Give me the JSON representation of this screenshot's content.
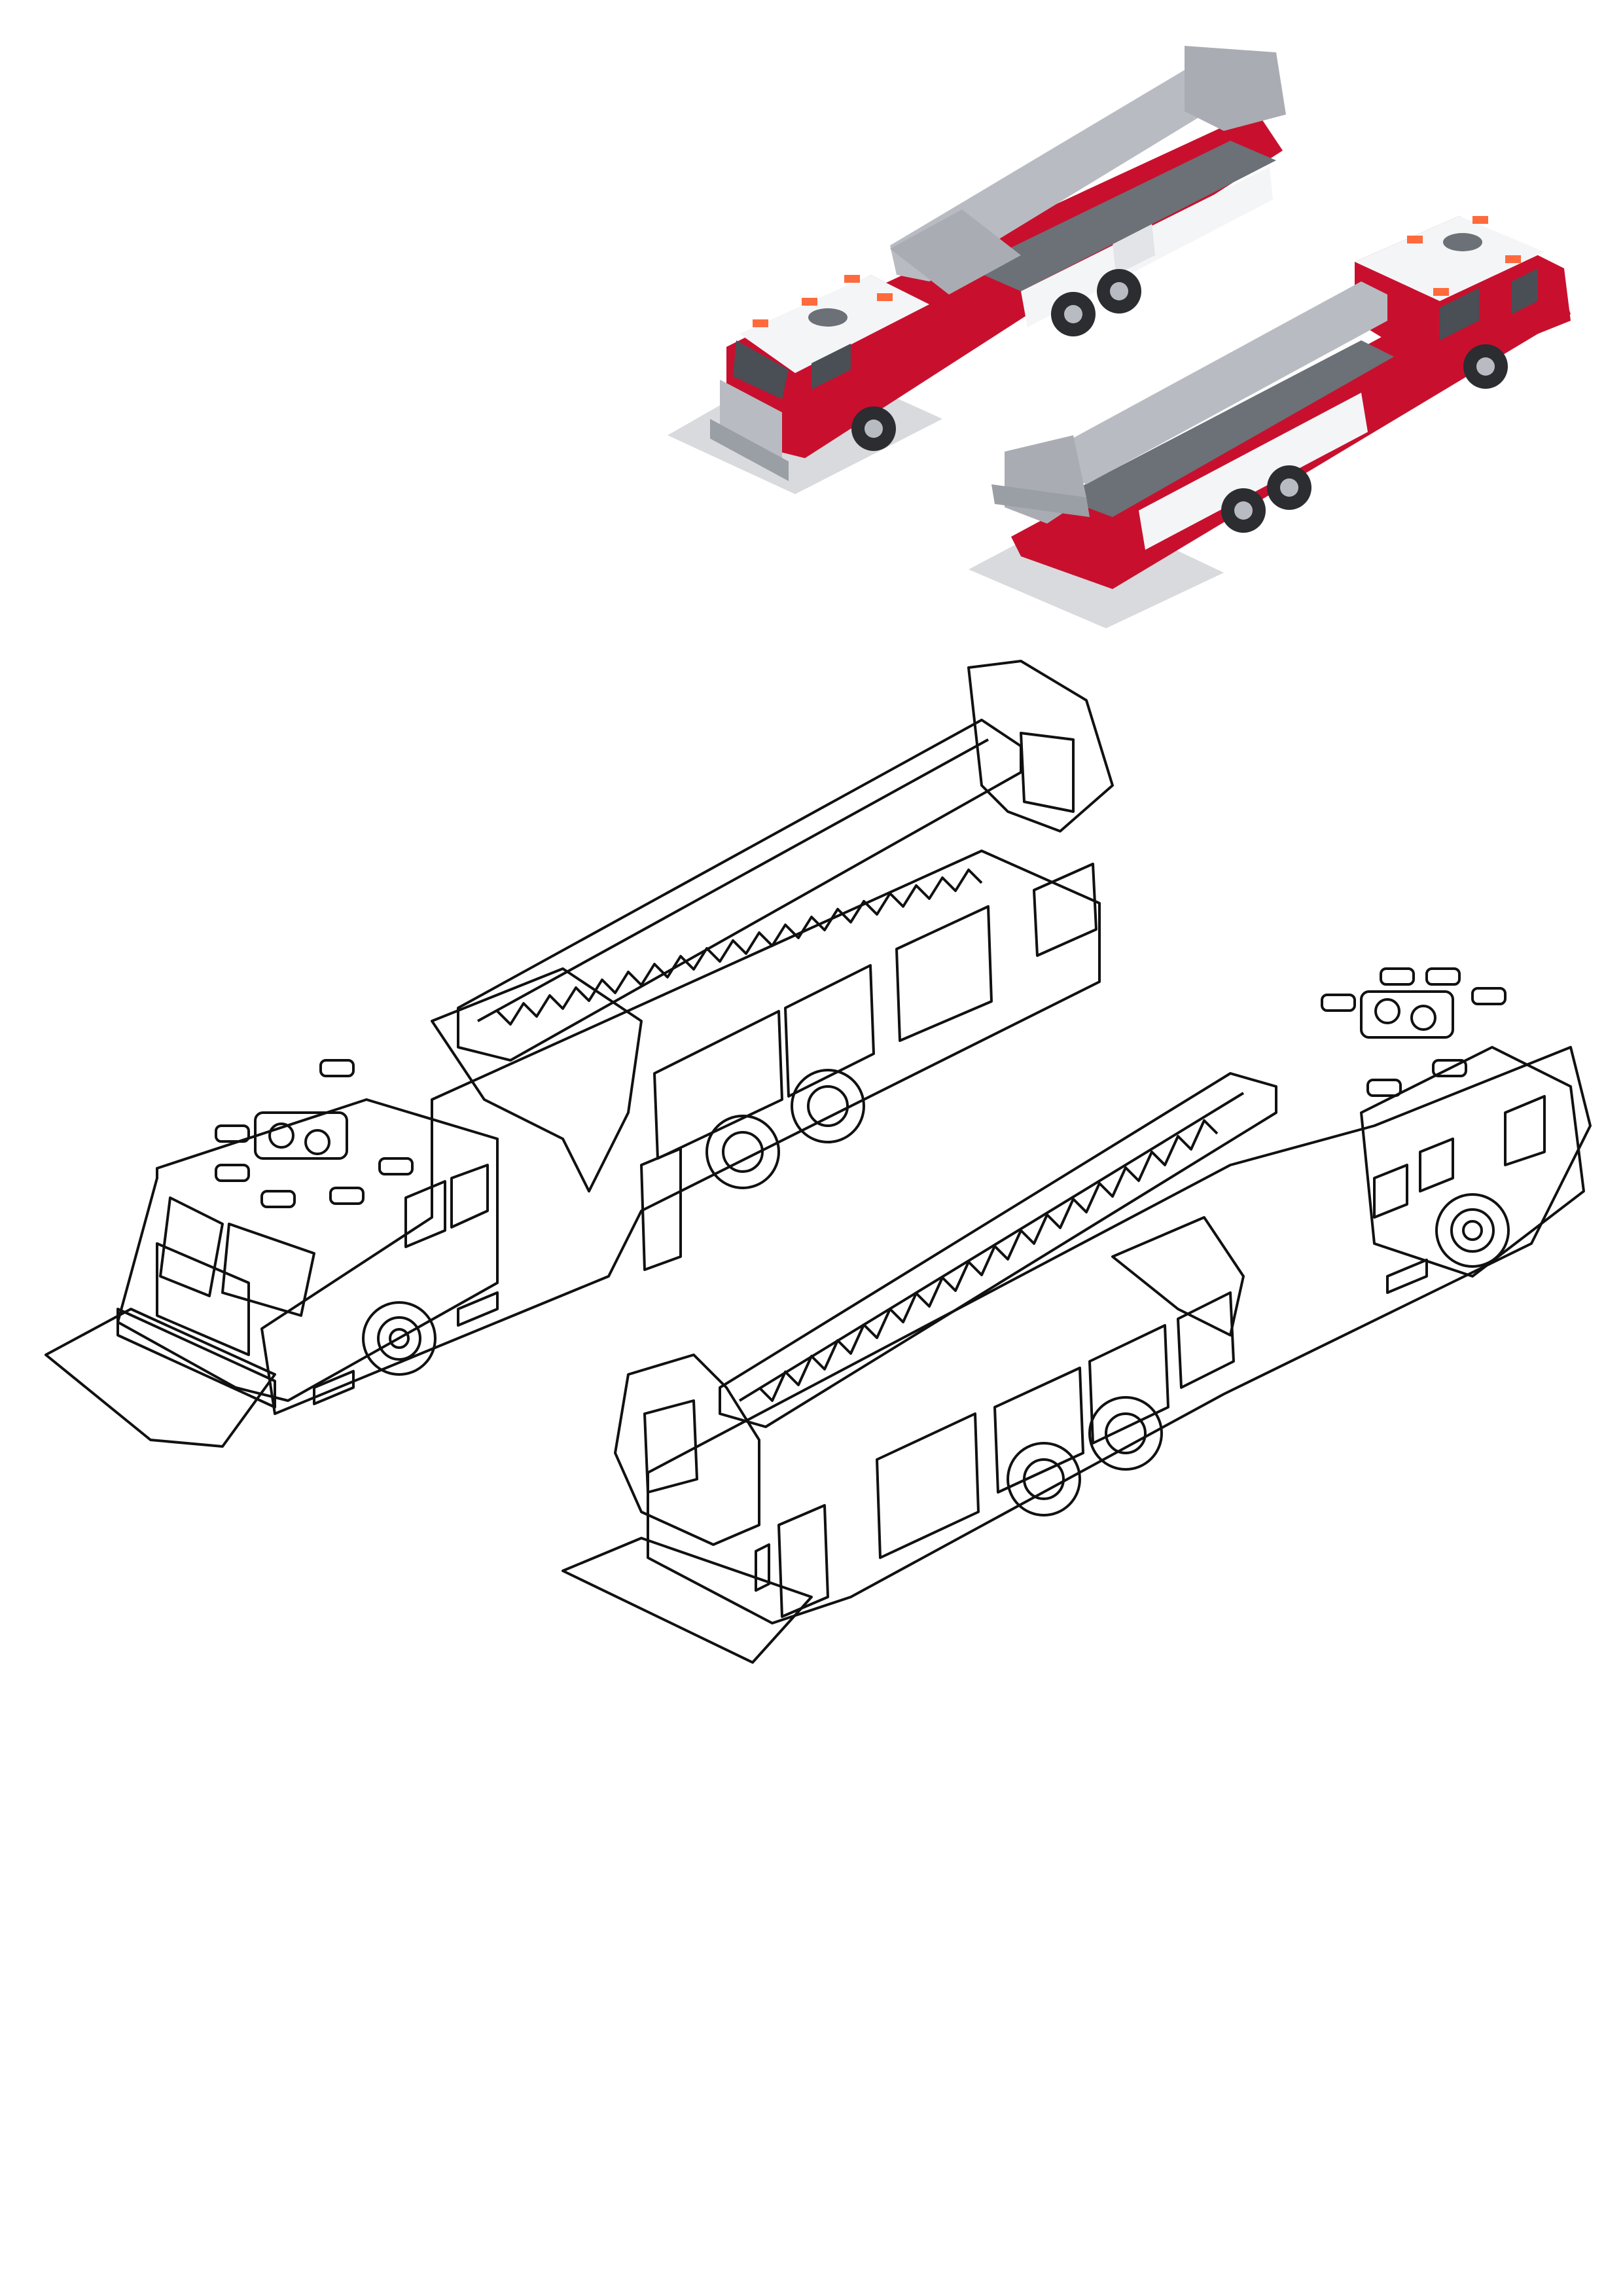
{
  "page": {
    "background": "#ffffff"
  },
  "colors": {
    "red": "#c8102e",
    "dark_red": "#8e0b1f",
    "white": "#f4f5f7",
    "grey": "#b8bcc2",
    "dark_grey": "#6c7077",
    "shadow": "#d9dadd",
    "light": "#ff6a3d",
    "outline": "#111111"
  },
  "illustrations": [
    {
      "name": "colored-ladder-truck-cab-left",
      "style": "color"
    },
    {
      "name": "colored-ladder-truck-cab-right",
      "style": "color"
    },
    {
      "name": "outline-ladder-truck-cab-left",
      "style": "line-art"
    },
    {
      "name": "outline-ladder-truck-cab-right",
      "style": "line-art"
    }
  ]
}
